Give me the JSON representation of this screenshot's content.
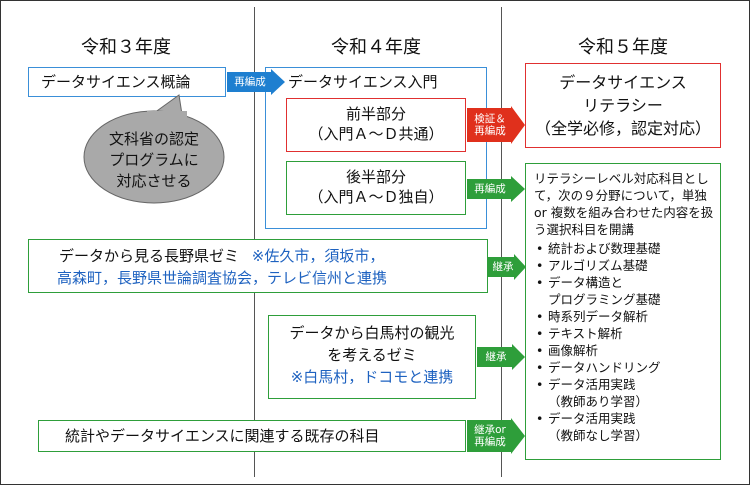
{
  "headers": [
    "令和３年度",
    "令和４年度",
    "令和５年度"
  ],
  "r3_course": "データサイエンス概論",
  "r4_course": "データサイエンス入門",
  "first_half": {
    "line1": "前半部分",
    "line2": "（入門Ａ～Ｄ共通）"
  },
  "second_half": {
    "line1": "後半部分",
    "line2": "（入門Ａ～Ｄ独自）"
  },
  "callout": {
    "line1": "文科省の認定",
    "line2": "プログラムに",
    "line3": "対応させる"
  },
  "r5_literacy": {
    "line1": "データサイエンス",
    "line2": "リテラシー",
    "line3": "（全学必修，認定対応）"
  },
  "nagano_seminar": {
    "line1_main": "データから見る長野県ゼミ",
    "line1_note": "※佐久市，須坂市，",
    "line2_note": "高森町，長野県世論調査協会，テレビ信州と連携"
  },
  "hakuba_seminar": {
    "line1": "データから白馬村の観光",
    "line2": "を考えるゼミ",
    "line3": "※白馬村，ドコモと連携"
  },
  "existing_courses": "統計やデータサイエンスに関連する既存の科目",
  "arrows": {
    "a1": "再編成",
    "a2_line1": "検証＆",
    "a2_line2": "再編成",
    "a3": "再編成",
    "a4": "継承",
    "a5": "継承",
    "a6_line1": "継承or",
    "a6_line2": "再編成"
  },
  "r5_electives": {
    "intro": "リテラシーレベル対応科目として，次の９分野について，単独 or 複数を組み合わせた内容を扱う選択科目を開講",
    "items": [
      {
        "main": "統計および数理基礎",
        "sub": ""
      },
      {
        "main": "アルゴリズム基礎",
        "sub": ""
      },
      {
        "main": "データ構造と",
        "sub": "プログラミング基礎"
      },
      {
        "main": "時系列データ解析",
        "sub": ""
      },
      {
        "main": "テキスト解析",
        "sub": ""
      },
      {
        "main": "画像解析",
        "sub": ""
      },
      {
        "main": "データハンドリング",
        "sub": ""
      },
      {
        "main": "データ活用実践",
        "sub": "（教師あり学習）"
      },
      {
        "main": "データ活用実践",
        "sub": "（教師なし学習）"
      }
    ]
  },
  "colors": {
    "blue": "#3a8fd8",
    "red": "#e03030",
    "green": "#2e9e3a",
    "callout_fill": "#a9a9a9"
  }
}
